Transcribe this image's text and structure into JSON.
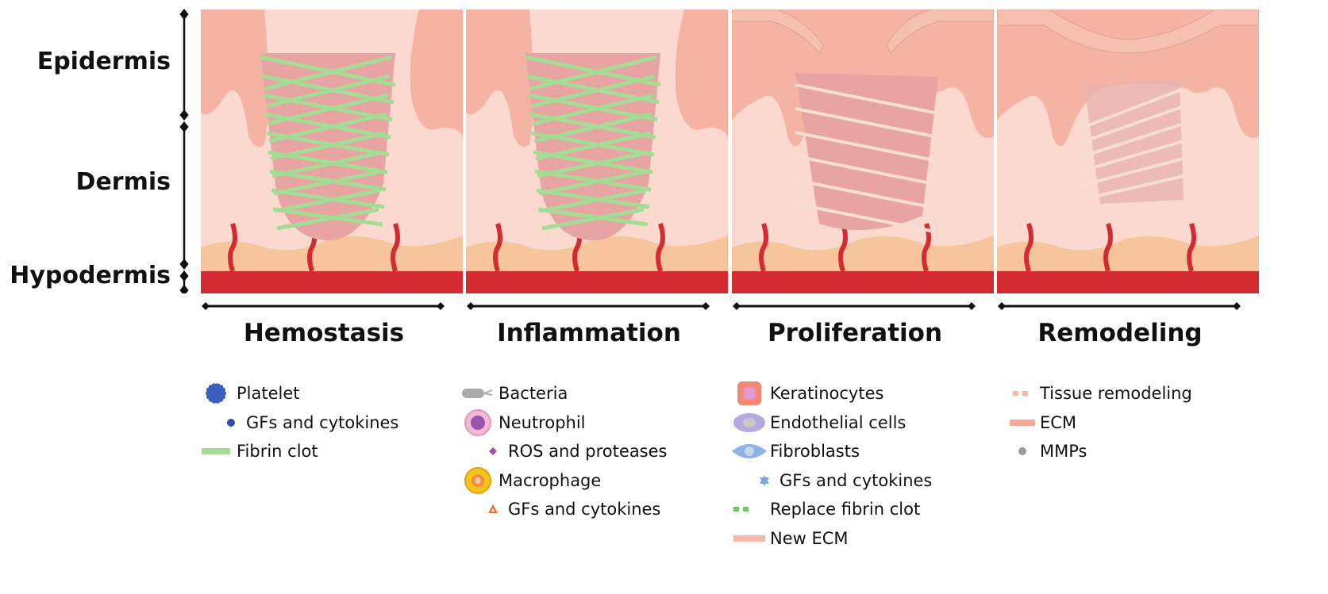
{
  "layers": {
    "epidermis": "Epidermis",
    "dermis": "Dermis",
    "hypodermis": "Hypodermis"
  },
  "stages": [
    {
      "title": "Hemostasis",
      "legend": [
        {
          "icon": "platelet-icon",
          "label": "Platelet",
          "sub": false
        },
        {
          "icon": "gf-dot-icon",
          "label": "GFs and cytokines",
          "sub": true
        },
        {
          "icon": "fibrin-clot-icon",
          "label": "Fibrin clot",
          "sub": false
        }
      ]
    },
    {
      "title": "Inflammation",
      "legend": [
        {
          "icon": "bacteria-icon",
          "label": "Bacteria",
          "sub": false
        },
        {
          "icon": "neutrophil-icon",
          "label": "Neutrophil",
          "sub": false
        },
        {
          "icon": "ros-diamond-icon",
          "label": "ROS and proteases",
          "sub": true
        },
        {
          "icon": "macrophage-icon",
          "label": "Macrophage",
          "sub": false
        },
        {
          "icon": "gf-triangle-icon",
          "label": "GFs and cytokines",
          "sub": true
        }
      ]
    },
    {
      "title": "Proliferation",
      "legend": [
        {
          "icon": "keratinocyte-icon",
          "label": "Keratinocytes",
          "sub": false
        },
        {
          "icon": "endothelial-cell-icon",
          "label": "Endothelial cells",
          "sub": false
        },
        {
          "icon": "fibroblast-icon",
          "label": "Fibroblasts",
          "sub": false
        },
        {
          "icon": "gf-star-icon",
          "label": "GFs and cytokines",
          "sub": true
        },
        {
          "icon": "replace-fibrin-dots-icon",
          "label": "Replace fibrin clot",
          "sub": false
        },
        {
          "icon": "new-ecm-icon",
          "label": "New ECM",
          "sub": false
        }
      ]
    },
    {
      "title": "Remodeling",
      "legend": [
        {
          "icon": "tissue-remodeling-dots-icon",
          "label": "Tissue remodeling",
          "sub": false
        },
        {
          "icon": "ecm-icon",
          "label": "ECM",
          "sub": false
        },
        {
          "icon": "mmp-dot-icon",
          "label": "MMPs",
          "sub": false
        }
      ]
    }
  ],
  "colors": {
    "epidermis": "#f5b3a4",
    "dermis": "#fbd9cf",
    "hypodermis": "#f6c59b",
    "blood": "#d42a32",
    "wound": "#e8a3a3",
    "fibrin": "#a5dc95",
    "platelet": "#3a5fbf",
    "fibroblast": "#a9c6ef",
    "ecm": "#f8ddd3"
  }
}
